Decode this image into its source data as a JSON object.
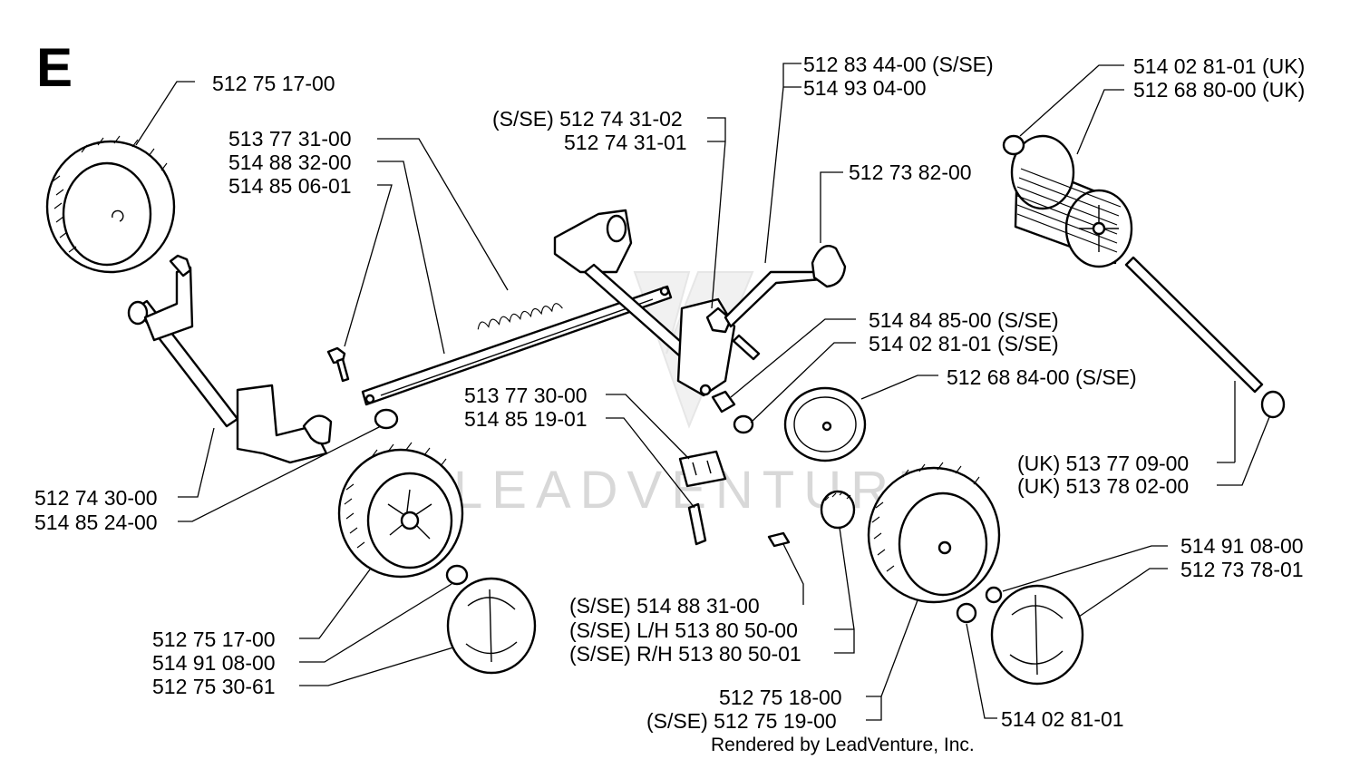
{
  "section_letter": "E",
  "watermark": "LEADVENTURE",
  "footer": "Rendered by LeadVenture, Inc.",
  "part_labels": [
    "512 75 17-00",
    "513 77 31-00",
    "514 88 32-00",
    "514 85 06-01",
    "(S/SE) 512 74 31-02",
    "512 74 31-01",
    "512 83 44-00 (S/SE)",
    "514 93 04-00",
    "512 73 82-00",
    "514 02 81-01 (UK)",
    "512 68 80-00 (UK)",
    "514 84 85-00 (S/SE)",
    "514 02 81-01 (S/SE)",
    "512 68 84-00 (S/SE)",
    "513 77 30-00",
    "514 85 19-01",
    "(UK) 513 77 09-00",
    "(UK) 513 78 02-00",
    "512 74 30-00",
    "514 85 24-00",
    "514 91 08-00",
    "512 73 78-01",
    "(S/SE) 514 88 31-00",
    "(S/SE) L/H 513 80 50-00",
    "(S/SE) R/H 513 80 50-01",
    "512 75 17-00",
    "514 91 08-00",
    "512 75 30-61",
    "512 75 18-00",
    "(S/SE) 512 75 19-00",
    "514 02 81-01"
  ]
}
